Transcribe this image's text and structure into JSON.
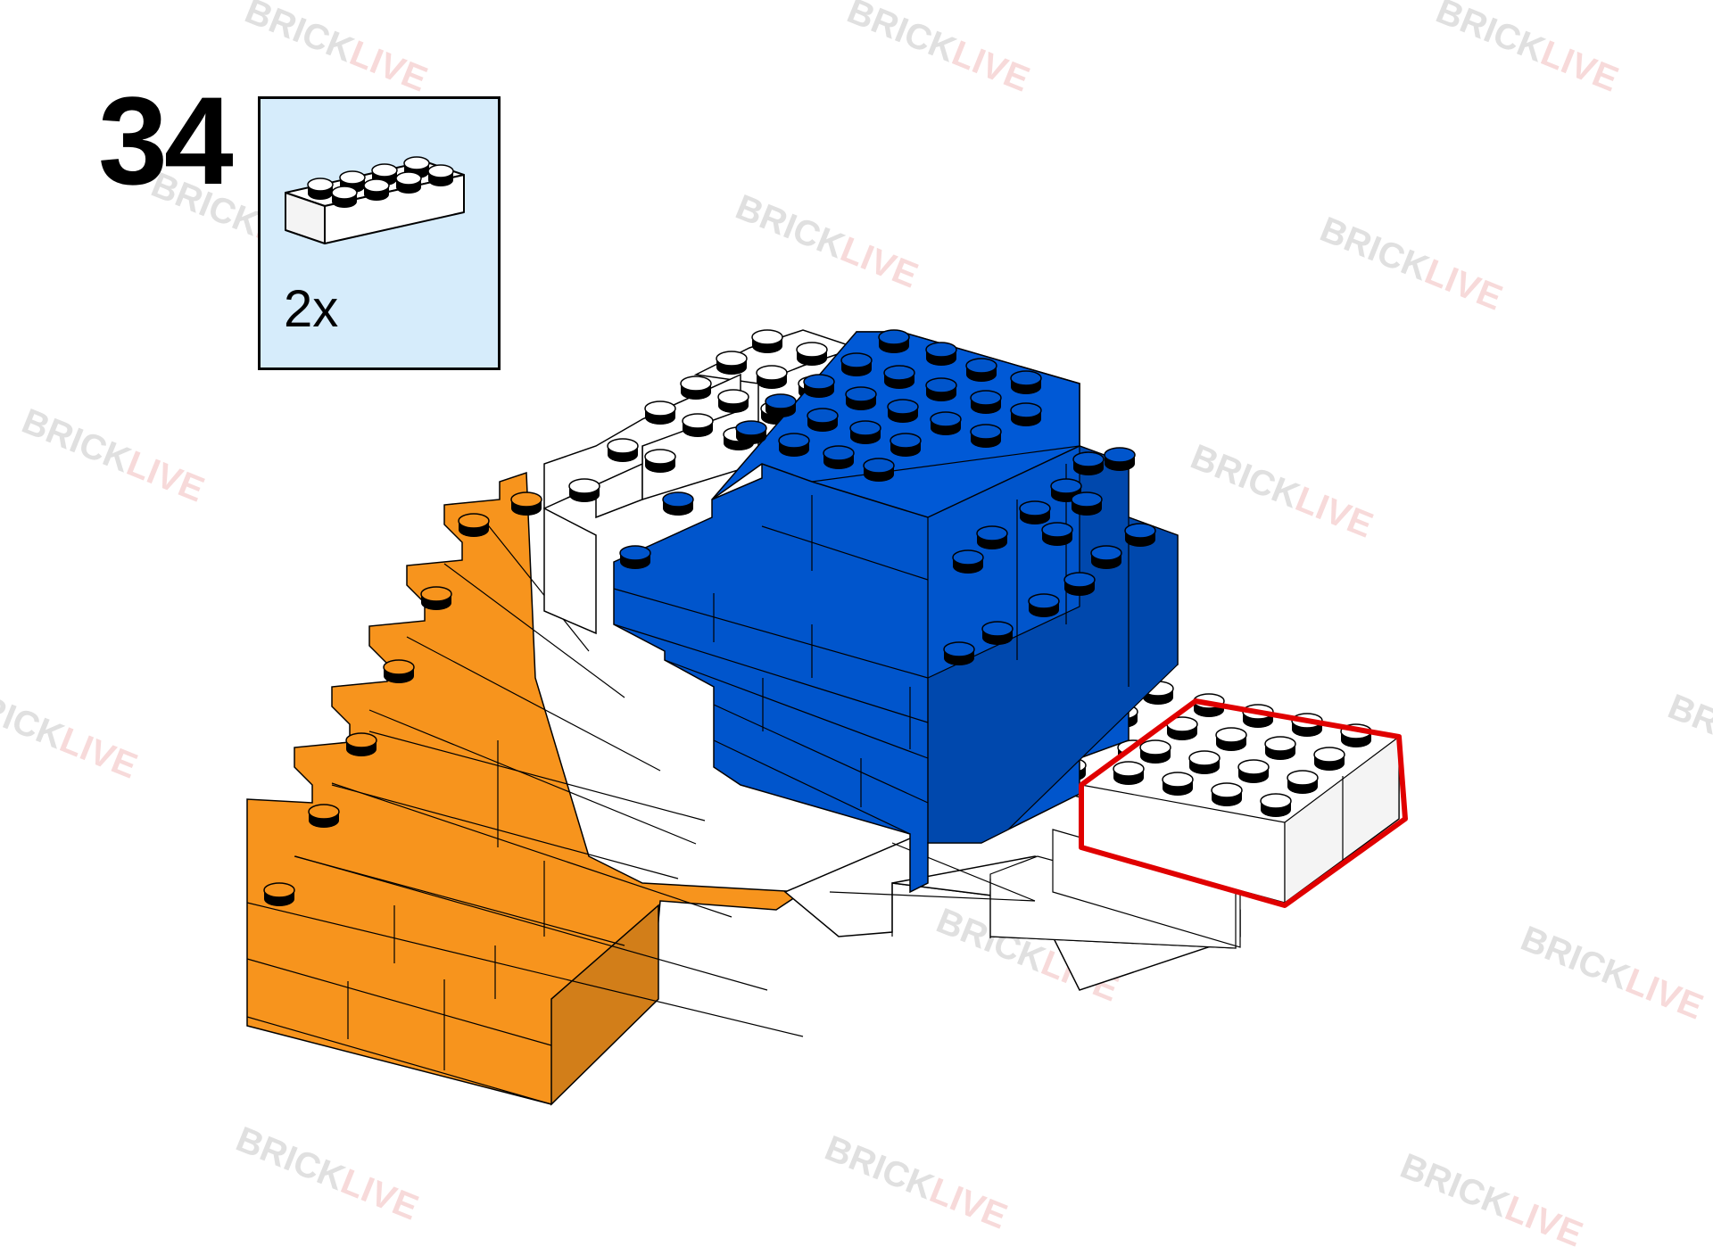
{
  "step": {
    "number": "34"
  },
  "parts": [
    {
      "name": "brick-2x4",
      "color": "#ffffff",
      "quantity": "2x"
    }
  ],
  "colors": {
    "orange": "#f7941d",
    "blue": "#0055cc",
    "white": "#ffffff",
    "highlight": "#e00000",
    "parts_box_bg": "#d6ecfb"
  },
  "watermark": {
    "part1": "BRICK",
    "part2": "LIVE"
  }
}
